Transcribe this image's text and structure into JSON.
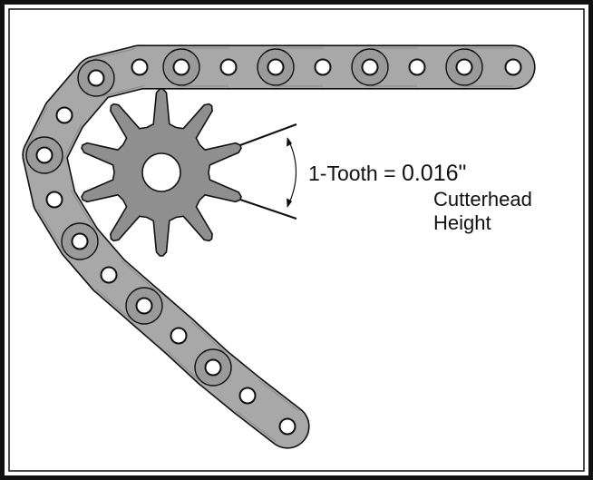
{
  "annotation": {
    "prefix": "1-Tooth = ",
    "value": "0.016\"",
    "line2": "Cutterhead",
    "line3": "Height"
  },
  "colors": {
    "border": "#111111",
    "chain_fill": "#a8a8a8",
    "chain_inner": "#9a9a9a",
    "sprocket_fill": "#8f8f8f",
    "outline": "#111111",
    "background": "#ffffff"
  },
  "icons": {
    "chain": "roller-chain",
    "sprocket": "sprocket-gear",
    "arrow": "curved-double-arrow"
  },
  "sprocket": {
    "teeth": 10
  }
}
